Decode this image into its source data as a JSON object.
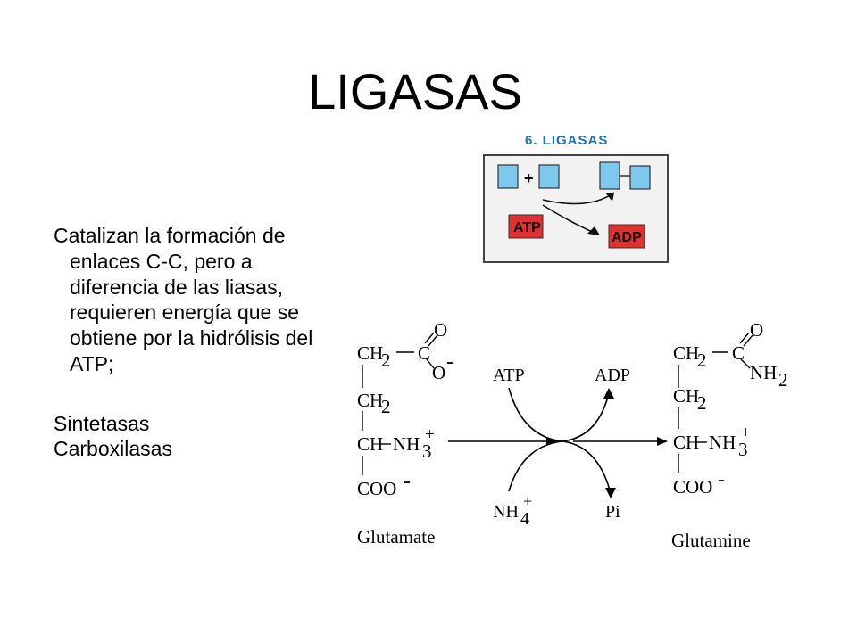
{
  "slide": {
    "title": "LIGASAS",
    "paragraph": "Catalizan la formación de enlaces C-C, pero a diferencia de las liasas, requieren energía que se obtiene por la hidrólisis del ATP;",
    "items": [
      "Sintetasas",
      "Carboxilasas"
    ]
  },
  "icon_panel": {
    "header": "6. LIGASAS",
    "plus": "+",
    "atp": "ATP",
    "adp": "ADP",
    "colors": {
      "header": "#1f6fb5",
      "box": "#7ec8ee",
      "panel_bg": "#f2f2f2",
      "tag": "#e03030"
    }
  },
  "reaction": {
    "left_name": "Glutamate",
    "right_name": "Glutamine",
    "cofactors": {
      "atp": "ATP",
      "adp": "ADP",
      "nh4": "NH",
      "nh4_sub": "4",
      "pi": "Pi"
    },
    "plus": "+",
    "minus": "-",
    "left": {
      "ch2": "CH",
      "sub2": "2",
      "c": "C",
      "o": "O",
      "ch": "CH",
      "nh": "NH",
      "sub3": "3",
      "coo": "COO"
    },
    "right": {
      "ch2": "CH",
      "sub2": "2",
      "c": "C",
      "o": "O",
      "nh2": "NH",
      "ch": "CH",
      "nh": "NH",
      "sub3": "3",
      "coo": "COO"
    }
  }
}
